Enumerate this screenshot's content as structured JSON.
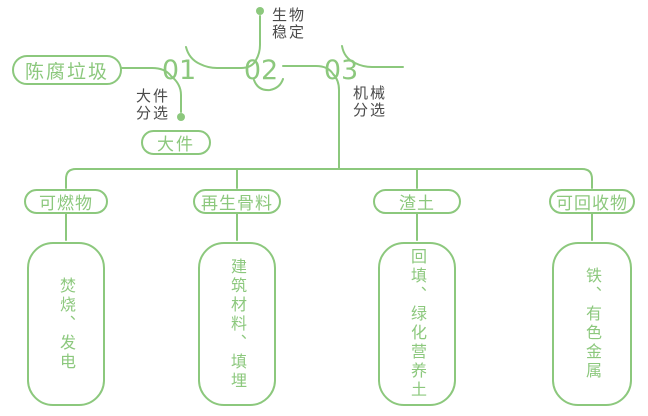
{
  "colors": {
    "green": "#8cc87d",
    "dark": "#4a4a4a",
    "bg": "#ffffff"
  },
  "flow": {
    "source": "陈腐垃圾",
    "steps": [
      {
        "number": "01",
        "label": "大件分选",
        "output": "大件"
      },
      {
        "number": "02",
        "label": "生物稳定"
      },
      {
        "number": "03",
        "label": "机械分选"
      }
    ]
  },
  "branches": [
    {
      "category": "可燃物",
      "result": "焚烧、发电"
    },
    {
      "category": "再生骨料",
      "result": "建筑材料、填埋"
    },
    {
      "category": "渣土",
      "result": "回填、绿化营养土"
    },
    {
      "category": "可回收物",
      "result": "铁、有色金属"
    }
  ]
}
